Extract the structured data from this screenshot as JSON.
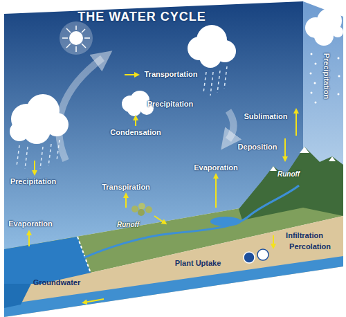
{
  "diagram": {
    "title": "THE WATER CYCLE",
    "labels": [
      "Transportation",
      "Condensation",
      "Precipitation",
      "Precipitation",
      "Precipitation",
      "Sublimation",
      "Deposition",
      "Evaporation",
      "Transpiration",
      "Evaporation",
      "Runoff",
      "Runoff",
      "Infiltration",
      "Percolation",
      "Plant Uptake",
      "Groundwater"
    ]
  }
}
